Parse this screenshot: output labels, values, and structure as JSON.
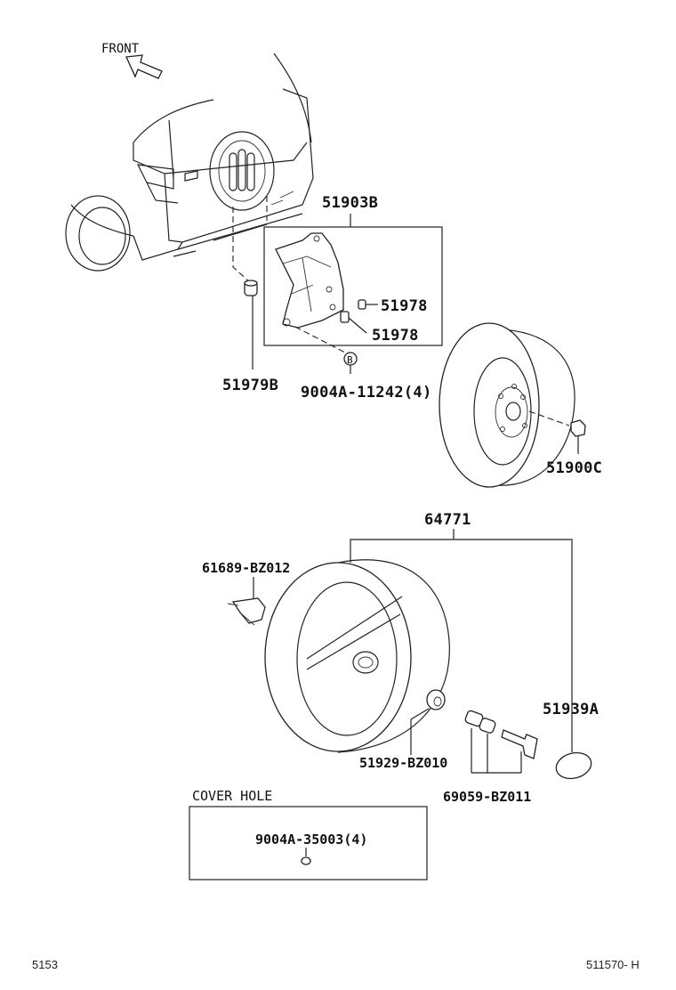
{
  "orientation": {
    "front_label": "FRONT"
  },
  "callouts": {
    "bracket_assembly": "51903B",
    "clip_upper": "51978",
    "clip_lower": "51978",
    "stud": "51979B",
    "bolt": "9004A-11242(4)",
    "bolt_ref_marker": "B",
    "spare_wheel_nut": "51900C",
    "cover_assembly": "64771",
    "cover_plug": "61689-BZ012",
    "cover_nut": "51929-BZ010",
    "lock_cylinder_set": "69059-BZ011",
    "cover_cap": "51939A"
  },
  "inset": {
    "title": "COVER HOLE",
    "part": "9004A-35003(4)"
  },
  "footer": {
    "left_code": "5153",
    "right_code": "511570- H"
  }
}
